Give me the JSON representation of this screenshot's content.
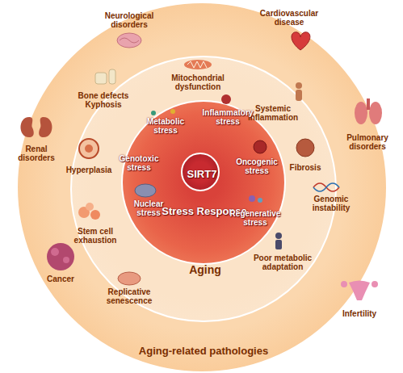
{
  "diagram": {
    "nodes": [
      {
        "text": [
          "Aging-related pathologies"
        ]
      },
      {
        "text": [
          "Aging"
        ],
        "in": 0
      },
      {
        "text": [
          "Stress Response"
        ],
        "in": 1
      },
      {
        "text": [
          "SIRT7"
        ],
        "in": 2
      }
    ],
    "labels": [
      "Neurological disorders",
      "Cardiovascular disease",
      "Pulmonary disorders",
      "Renal disorders",
      "Cancer",
      "Infertility",
      "Mitochondrial dysfunction",
      "Systemic inflammation",
      "Bone defects Kyphosis",
      "Fibrosis",
      "Hyperplasia",
      "Genomic instability",
      "Stem cell exhaustion",
      "Poor metabolic adaptation",
      "Replicative senescence",
      "Metabolic stress",
      "Inflammatory stress",
      "Genotoxic stress",
      "Oncogenic stress",
      "Nuclear stress",
      "Regenerative stress"
    ]
  }
}
